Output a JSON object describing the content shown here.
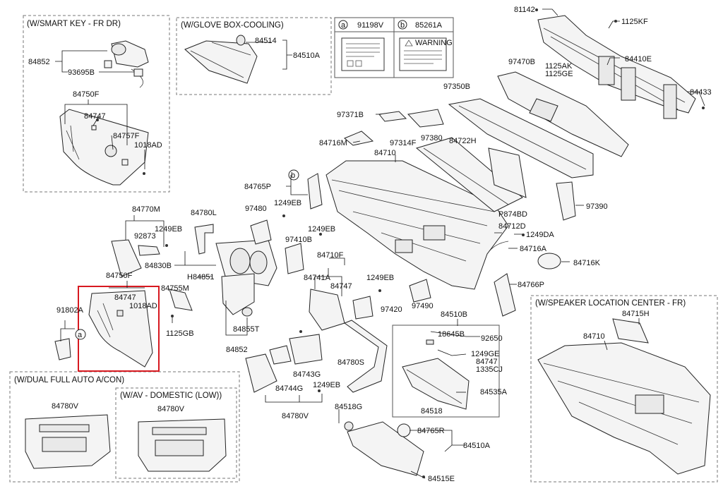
{
  "boxes": {
    "smart_key": {
      "title": "(W/SMART KEY - FR DR)"
    },
    "glove_cooling": {
      "title": "(W/GLOVE BOX-COOLING)"
    },
    "speaker": {
      "title": "(W/SPEAKER LOCATION CENTER - FR)"
    },
    "dual_ac": {
      "title": "(W/DUAL FULL AUTO A/CON)"
    },
    "av_domestic": {
      "title": "(W/AV - DOMESTIC (LOW))"
    }
  },
  "labels_table": {
    "a_symbol": "a",
    "a_part": "91198V",
    "b_symbol": "b",
    "b_part": "85261A",
    "warning_text": "WARNING"
  },
  "callouts": {
    "sym_a": "a",
    "sym_b": "b"
  },
  "parts": {
    "p84852a": "84852",
    "p93695b": "93695B",
    "p84750fa": "84750F",
    "p84747a": "84747",
    "p84757f": "84757F",
    "p1018ada": "1018AD",
    "p84514": "84514",
    "p84510aa": "84510A",
    "p81142": "81142",
    "p1125kf": "1125KF",
    "p84410e": "84410E",
    "p97470b": "97470B",
    "p1125ak": "1125AK",
    "p1125ge": "1125GE",
    "p84433": "84433",
    "p97350b": "97350B",
    "p97371b": "97371B",
    "p97380": "97380",
    "p84716m": "84716M",
    "p97314f": "97314F",
    "p84722h": "84722H",
    "p84710a": "84710",
    "p84765p": "84765P",
    "p97480": "97480",
    "p1249eba": "1249EB",
    "p84770m": "84770M",
    "p84780l": "84780L",
    "p92873": "92873",
    "p1249ebb": "1249EB",
    "p84830b": "84830B",
    "p1249ebc": "1249EB",
    "p97410b": "97410B",
    "p84710f": "84710F",
    "p84750fb": "84750F",
    "ph84851": "H84851",
    "p84741a": "84741A",
    "p84747b": "84747",
    "p1249ebd": "1249EB",
    "p84755m": "84755M",
    "p84747c": "84747",
    "p1018adb": "1018AD",
    "p91802a": "91802A",
    "p1125gb": "1125GB",
    "p84855t": "84855T",
    "p97420": "97420",
    "p97490": "97490",
    "p84852b": "84852",
    "p84510b": "84510B",
    "p18645b": "18645B",
    "p92650": "92650",
    "p1249ge": "1249GE",
    "p84747d": "84747",
    "p1335cj": "1335CJ",
    "p84535a": "84535A",
    "p84518": "84518",
    "p84780s": "84780S",
    "p84743g": "84743G",
    "p84744g": "84744G",
    "p1249ebe": "1249EB",
    "p84780va": "84780V",
    "p84518g": "84518G",
    "p84765r": "84765R",
    "p84510ab": "84510A",
    "p84515e": "84515E",
    "p97390": "97390",
    "pp874bd": "P874BD",
    "p84712d": "84712D",
    "p1249da": "1249DA",
    "p84716a": "84716A",
    "p84716k": "84716K",
    "p84766p": "84766P",
    "p84715h": "84715H",
    "p84710b": "84710",
    "p84780vb": "84780V",
    "p84780vc": "84780V"
  }
}
